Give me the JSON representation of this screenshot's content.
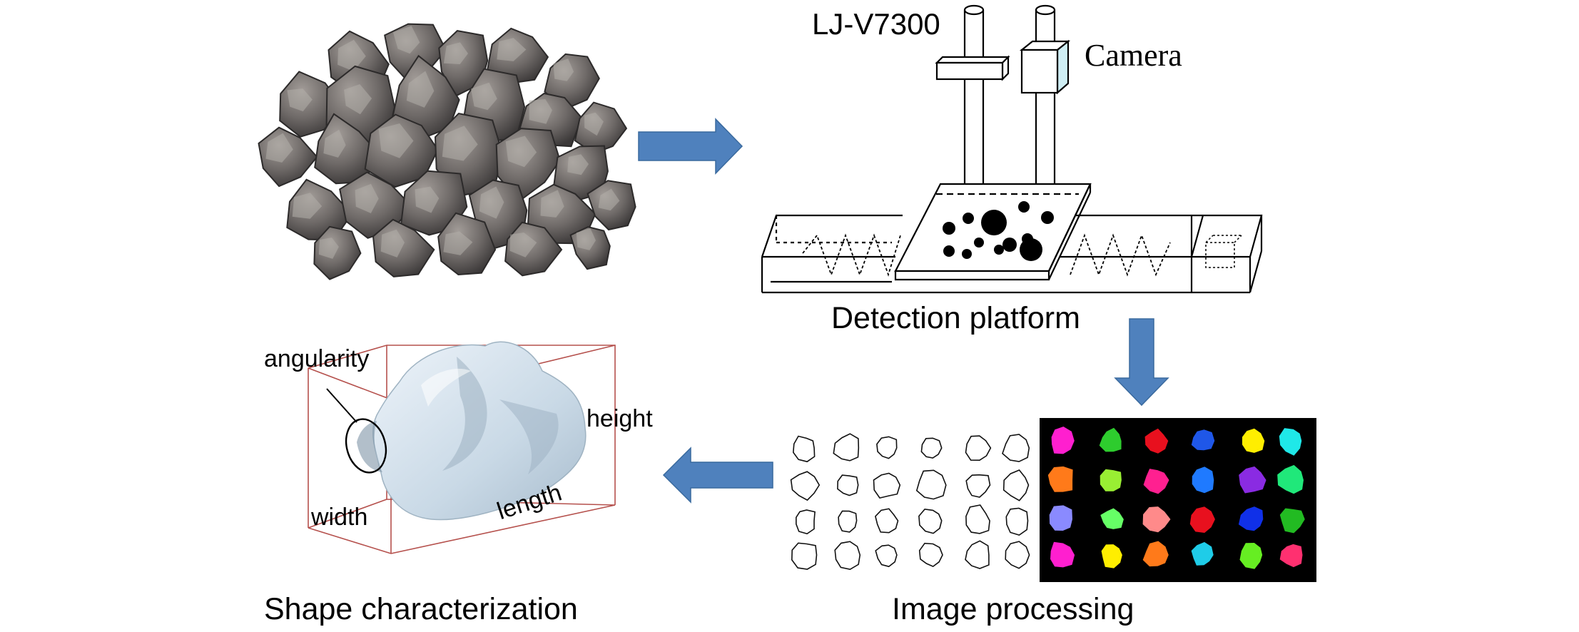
{
  "labels": {
    "sensor": "LJ-V7300",
    "camera": "Camera",
    "detection_platform": "Detection platform",
    "image_processing": "Image processing",
    "shape_characterization": "Shape characterization",
    "angularity": "angularity",
    "height": "height",
    "width": "width",
    "length": "length"
  },
  "colors": {
    "arrow": "#4f81bd",
    "arrow_edge": "#3a6a9e",
    "bbox": "#b5504c",
    "rock": "#d8e6f0",
    "panel_bg": "#000000",
    "blob_colors": [
      "#ff1fcf",
      "#2ecc2e",
      "#e8101e",
      "#1f57e8",
      "#ffee00",
      "#1fe8e8",
      "#ff7a1a",
      "#99ee33",
      "#ff2090",
      "#1f7aff",
      "#8a2be2",
      "#20e87a",
      "#8a8aff",
      "#66ff66",
      "#ff8a8a",
      "#e8101e",
      "#1030e8",
      "#22bb22",
      "#ff1fcf",
      "#ffee00",
      "#ff7a1a",
      "#1fcce8",
      "#66ee22",
      "#ff3070"
    ]
  },
  "icons": {
    "arrow": "right-arrow-icon",
    "down": "down-arrow-icon",
    "left": "left-arrow-icon"
  }
}
